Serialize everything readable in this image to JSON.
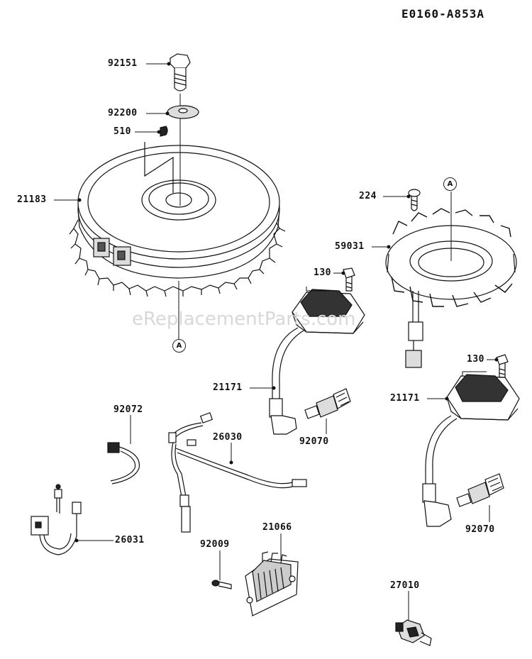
{
  "diagram_code": "E0160-A853A",
  "watermark": "eReplacementParts.com",
  "ref_marker": "A",
  "parts": {
    "p92151": "92151",
    "p92200": "92200",
    "p510": "510",
    "p21183": "21183",
    "p224": "224",
    "p59031": "59031",
    "p130a": "130",
    "p130b": "130",
    "p21171a": "21171",
    "p21171b": "21171",
    "p92070a": "92070",
    "p92070b": "92070",
    "p92072": "92072",
    "p26030": "26030",
    "p26031": "26031",
    "p92009": "92009",
    "p21066": "21066",
    "p27010": "27010"
  }
}
